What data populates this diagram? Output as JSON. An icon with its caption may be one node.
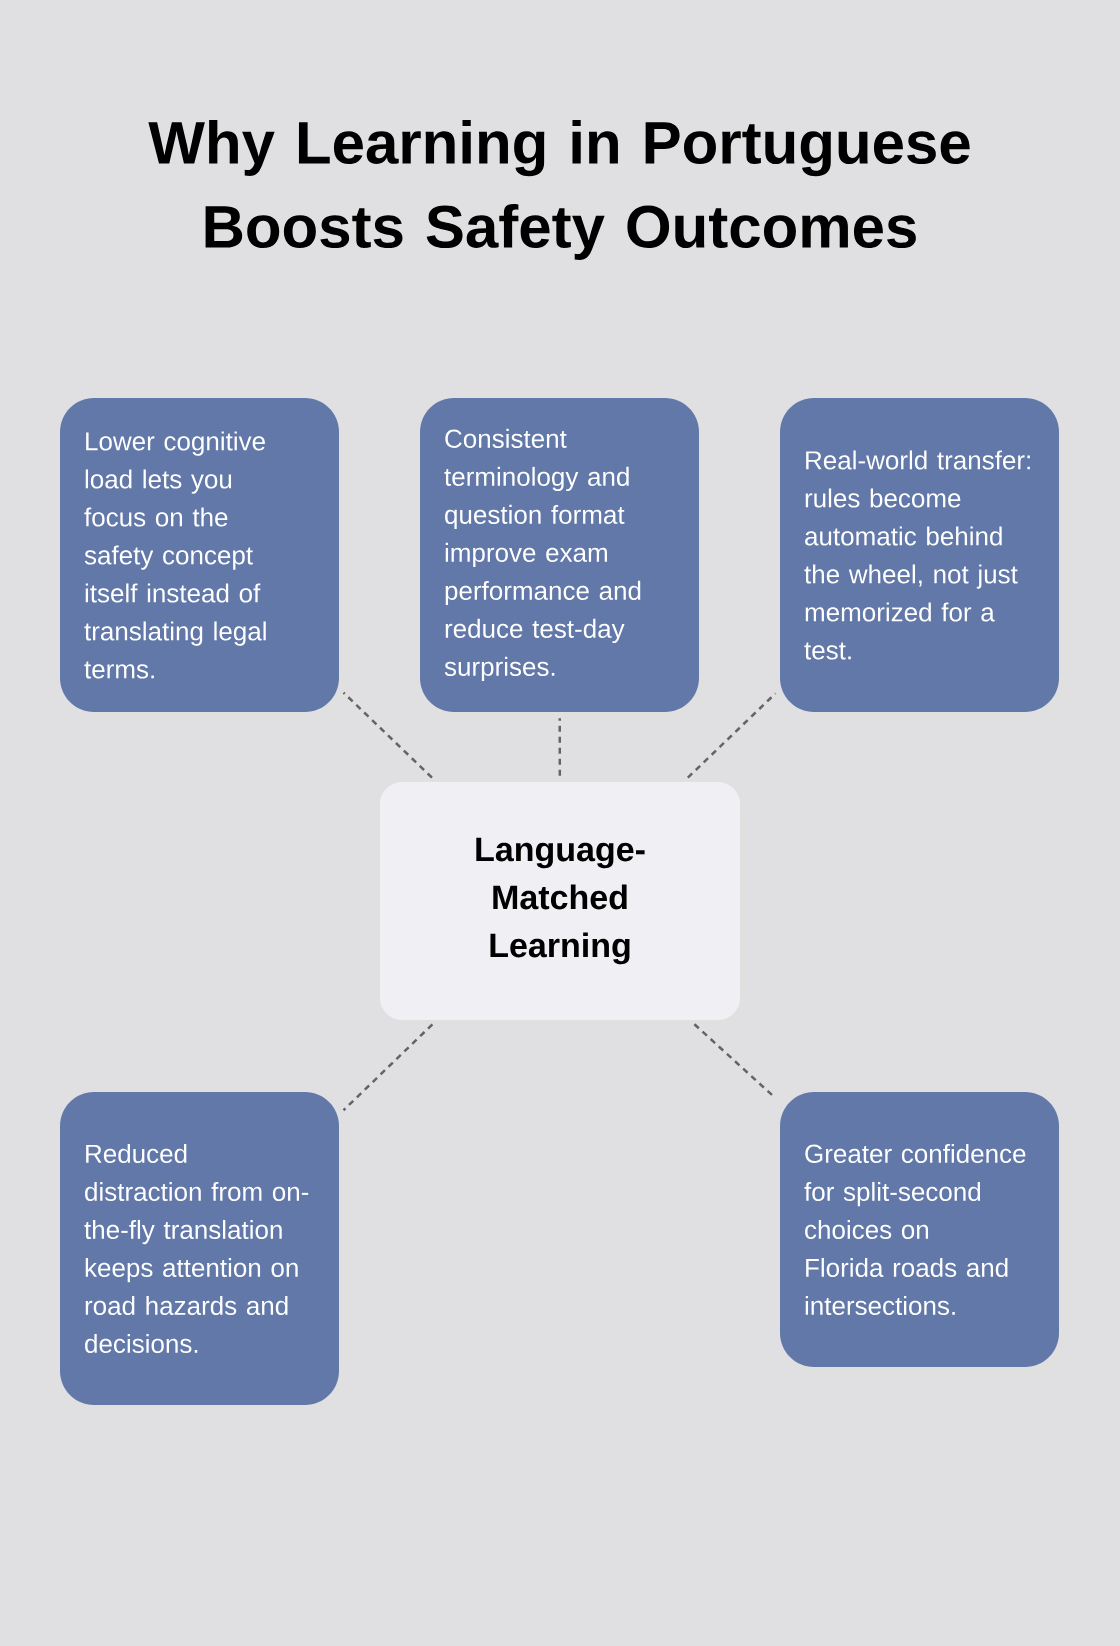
{
  "diagram": {
    "title": "Why Learning in Portuguese Boosts Safety Outcomes",
    "nodes": [
      {
        "text": [
          "Lower cognitive load lets you focus on the safety concept itself instead of translating legal terms."
        ]
      },
      {
        "text": [
          "Consistent terminology and question format improve exam performance and reduce test-day surprises."
        ]
      },
      {
        "text": [
          "Real-world transfer: rules become automatic behind the wheel, not just memorized for a test."
        ]
      },
      {
        "text": [
          "Language-Matched Learning"
        ]
      },
      {
        "text": [
          "Reduced distraction from on-the-fly translation keeps attention on road hazards and decisions."
        ]
      },
      {
        "text": [
          "Greater confidence for split-second choices on Florida roads and intersections."
        ]
      }
    ],
    "edges": [
      {
        "from": 3,
        "to": 0,
        "arrow": "none",
        "style": "dashed"
      },
      {
        "from": 3,
        "to": 1,
        "arrow": "none",
        "style": "dashed"
      },
      {
        "from": 3,
        "to": 2,
        "arrow": "none",
        "style": "dashed"
      },
      {
        "from": 3,
        "to": 4,
        "arrow": "none",
        "style": "dashed"
      },
      {
        "from": 3,
        "to": 5,
        "arrow": "none",
        "style": "dashed"
      }
    ]
  }
}
